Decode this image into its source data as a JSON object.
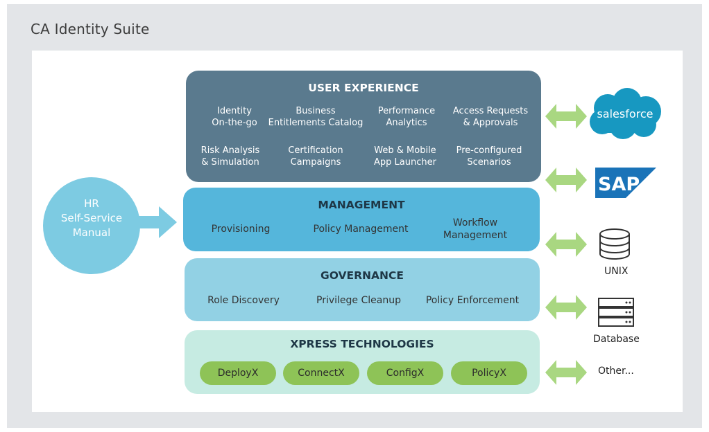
{
  "title": "CA Identity Suite",
  "user_experience": {
    "title": "USER EXPERIENCE",
    "features": [
      {
        "line1": "Identity",
        "line2": "On-the-go"
      },
      {
        "line1": "Business",
        "line2": "Entitlements Catalog"
      },
      {
        "line1": "Performance",
        "line2": "Analytics"
      },
      {
        "line1": "Access Requests",
        "line2": "& Approvals"
      },
      {
        "line1": "Risk Analysis",
        "line2": "& Simulation"
      },
      {
        "line1": "Certification",
        "line2": "Campaigns"
      },
      {
        "line1": "Web & Mobile",
        "line2": "App Launcher"
      },
      {
        "line1": "Pre-configured",
        "line2": "Scenarios"
      }
    ]
  },
  "management": {
    "title": "MANAGEMENT",
    "features": [
      {
        "line1": "Provisioning",
        "line2": ""
      },
      {
        "line1": "Policy Management",
        "line2": ""
      },
      {
        "line1": "Workflow",
        "line2": "Management"
      }
    ]
  },
  "governance": {
    "title": "GOVERNANCE",
    "features": [
      "Role Discovery",
      "Privilege Cleanup",
      "Policy Enforcement"
    ]
  },
  "xpress": {
    "title": "XPRESS TECHNOLOGIES",
    "pills": [
      "DeployX",
      "ConnectX",
      "ConfigX",
      "PolicyX"
    ]
  },
  "hr_source": {
    "line1": "HR",
    "line2": "Self-Service",
    "line3": "Manual"
  },
  "targets": {
    "salesforce": "salesforce",
    "sap": "SAP",
    "unix": "UNIX",
    "database": "Database",
    "other": "Other..."
  },
  "colors": {
    "ux": "#5a7a8e",
    "management": "#55b6db",
    "governance": "#92d1e4",
    "xpress": "#c6ebe2",
    "pill": "#8ec357",
    "arrow": "#a9d781",
    "hr_circle": "#7dcbe2",
    "salesforce": "#1798c1",
    "sap": "#1a73b8"
  },
  "icons": [
    "double-arrow-icon",
    "right-arrow-icon",
    "cylinder-icon",
    "server-icon"
  ]
}
